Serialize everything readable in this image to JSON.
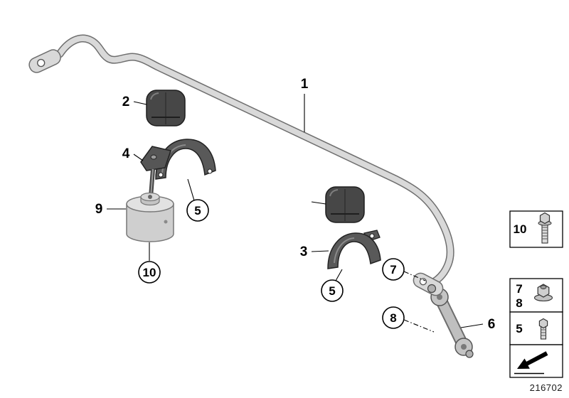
{
  "figure": {
    "number": "216702"
  },
  "callouts": {
    "stabilizer_bar": "1",
    "rubber_mount_upper": "2",
    "stabilizer_support": "3",
    "holder_bracket": "4",
    "bracket_upper_clamp": "5",
    "support_clamp": "5",
    "swing_support": "6",
    "nut_upper": "7",
    "nut_lower": "8",
    "adapter": "9",
    "adapter_bolt": "10"
  },
  "legend": {
    "bolt": "10",
    "nut_a": "7",
    "nut_b": "8",
    "screw": "5"
  },
  "icons": {
    "legend_bolt": "hex-bolt-icon",
    "legend_nut": "flange-nut-icon",
    "legend_screw": "hex-screw-icon",
    "legend_direction": "direction-arrow-icon"
  },
  "colors": {
    "bar_fill": "#d9d9d9",
    "bar_outline": "#6e6e6e",
    "rubber_dark": "#474747",
    "bracket_gray": "#595959",
    "metal_light": "#cfcfcf"
  }
}
